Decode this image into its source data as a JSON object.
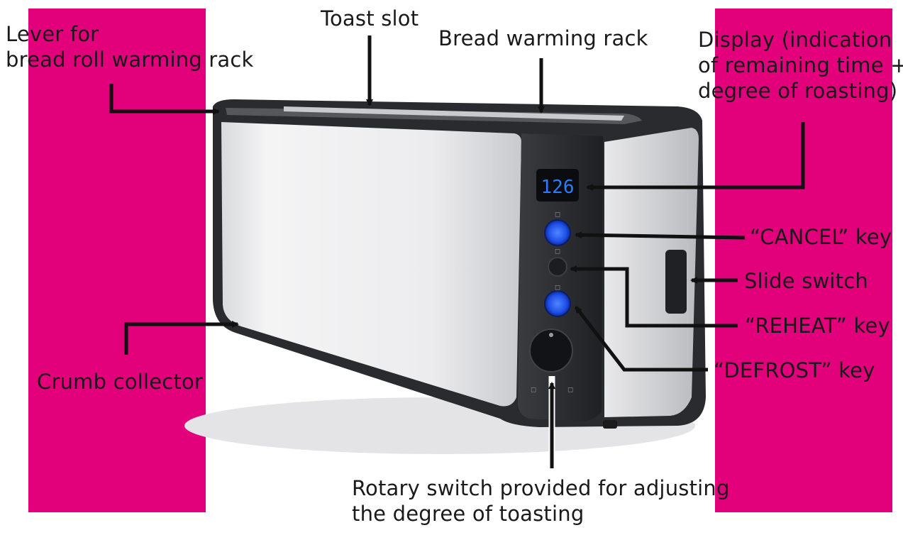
{
  "colors": {
    "accent_pink": "#e3007b",
    "panel_dark": "#2b2d30",
    "button_blue": "#1e5bff",
    "display_blue": "#2a7dff"
  },
  "display_readout": "126",
  "labels": {
    "lever": [
      "Lever for",
      "bread roll warming rack"
    ],
    "toast_slot": "Toast slot",
    "bread_rack": "Bread warming rack",
    "display": [
      "Display (indication",
      "of remaining time +",
      "degree of roasting)"
    ],
    "cancel": "“CANCEL” key",
    "slide": "Slide switch",
    "reheat": "“REHEAT” key",
    "defrost": "“DEFROST” key",
    "crumb": "Crumb collector",
    "rotary": [
      "Rotary switch provided for adjusting",
      "the degree of toasting"
    ]
  }
}
